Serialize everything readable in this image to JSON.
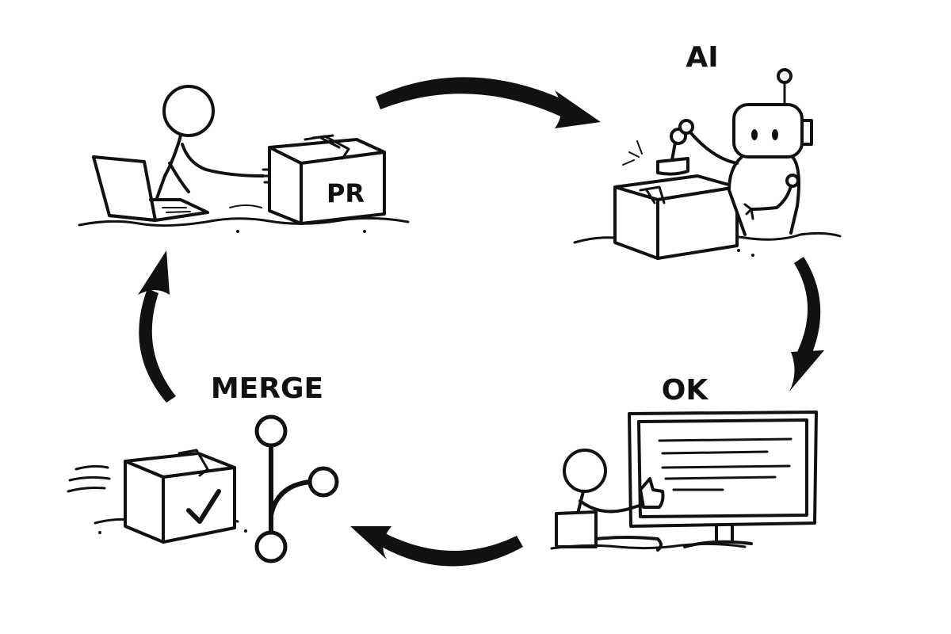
{
  "labels": {
    "pr": "PR",
    "ai": "AI",
    "ok": "OK",
    "merge": "MERGE"
  },
  "colors": {
    "ink": "#111111",
    "background": "#ffffff"
  },
  "icons": [
    "laptop-icon",
    "stick-figure-icon",
    "package-box-icon",
    "robot-icon",
    "stamp-icon",
    "monitor-icon",
    "thumbs-up-icon",
    "checkmark-icon",
    "git-branch-icon",
    "cycle-arrow-icon"
  ]
}
